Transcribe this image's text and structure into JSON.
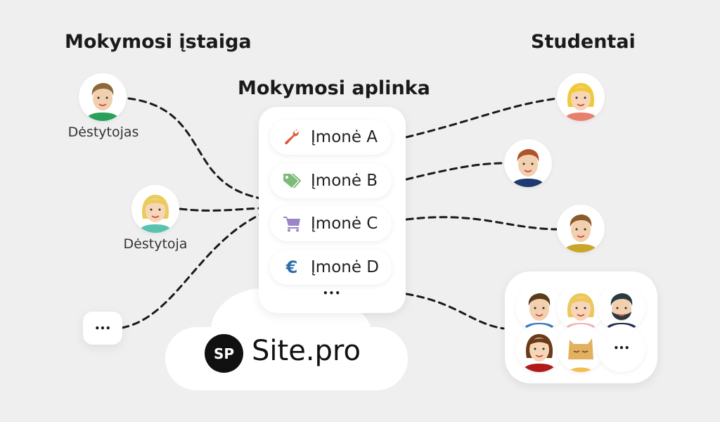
{
  "headings": {
    "institution": "Mokymosi įstaiga",
    "environment": "Mokymosi aplinka",
    "students": "Studentai"
  },
  "teachers": [
    {
      "label": "Dėstytojas"
    },
    {
      "label": "Dėstytoja"
    }
  ],
  "more_label": "•••",
  "companies": [
    {
      "label": "Įmonė A",
      "icon": "wrench-icon",
      "color": "#e0583e"
    },
    {
      "label": "Įmonė B",
      "icon": "tag-icon",
      "color": "#7dbb7a"
    },
    {
      "label": "Įmonė C",
      "icon": "cart-icon",
      "color": "#9b84c8"
    },
    {
      "label": "Įmonė D",
      "icon": "euro-icon",
      "color": "#2f6fa8",
      "glyph": "€"
    }
  ],
  "brand": {
    "logo_text": "SP",
    "name": "Site.pro"
  }
}
